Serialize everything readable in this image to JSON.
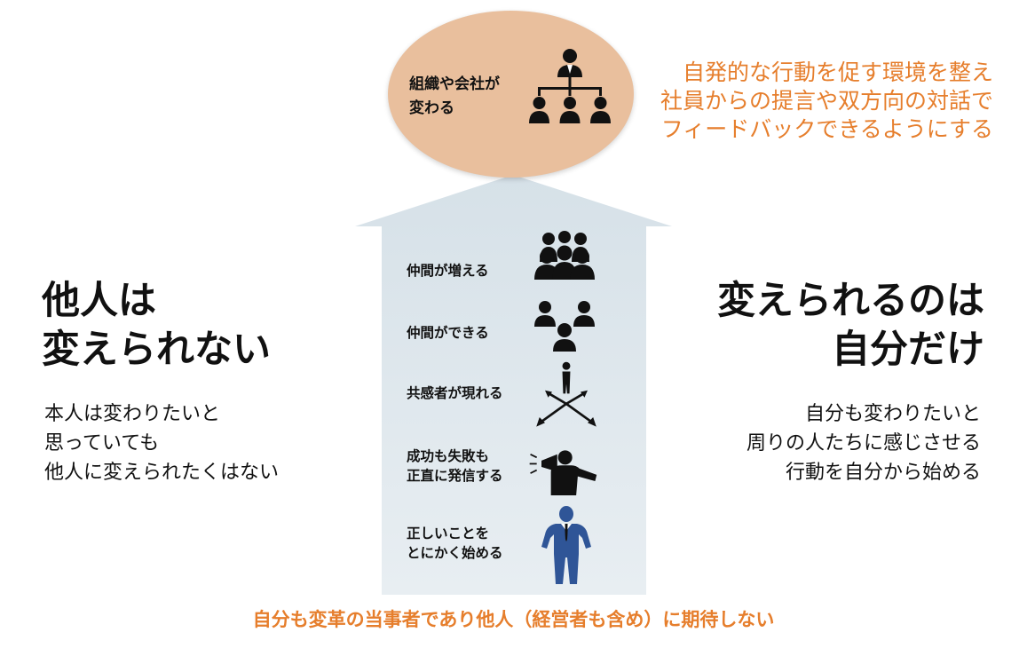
{
  "top": {
    "oval_label": "組織や会社が\n変わる",
    "note": "自発的な行動を促す環境を整え\n社員からの提言や双方向の対話で\nフィードバックできるようにする"
  },
  "steps": [
    {
      "label": "仲間が増える",
      "icon": "group-people-icon"
    },
    {
      "label": "仲間ができる",
      "icon": "three-people-icon"
    },
    {
      "label": "共感者が現れる",
      "icon": "person-radiating-arrows-icon"
    },
    {
      "label": "成功も失敗も\n正直に発信する",
      "icon": "person-megaphone-icon"
    },
    {
      "label": "正しいことを\nとにかく始める",
      "icon": "businessman-icon"
    }
  ],
  "left": {
    "title": "他人は\n変えられない",
    "body": "本人は変わりたいと\n思っていても\n他人に変えられたくはない"
  },
  "right": {
    "title": "変えられるのは\n自分だけ",
    "body": "自分も変わりたいと\n周りの人たちに感じさせる\n行動を自分から始める"
  },
  "bottom": "自分も変革の当事者であり他人（経営者も含め）に期待しない",
  "colors": {
    "accent": "#e67e2c",
    "oval": "#e9bf9d",
    "arrow": "#dde6ec",
    "businessman": "#2f5597"
  }
}
